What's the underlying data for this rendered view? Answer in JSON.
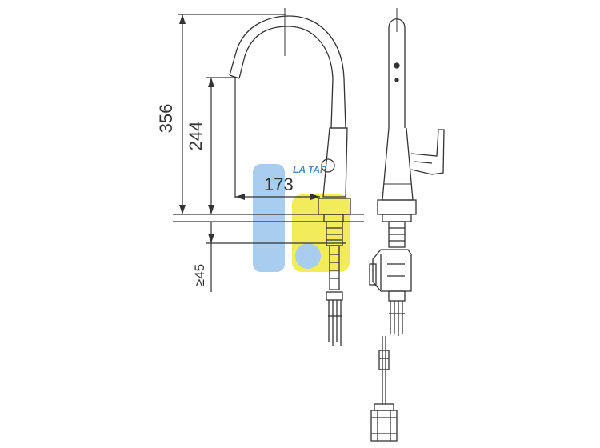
{
  "dimensions": {
    "total_height": "356",
    "spout_height": "244",
    "spout_reach": "173",
    "deck_thickness": "≥45"
  },
  "watermark": {
    "text": "LA TAP",
    "colors": {
      "blue": "#9cc3ea",
      "yellow": "#f2ea4f",
      "text": "#4a86c8"
    }
  },
  "colors": {
    "line": "#333333"
  }
}
